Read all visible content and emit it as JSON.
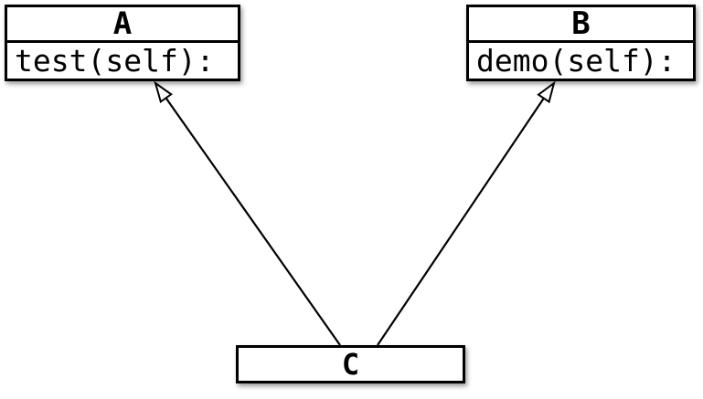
{
  "diagram": {
    "type": "uml-class-diagram",
    "colors": {
      "background": "#ffffff",
      "stroke": "#000000",
      "box_fill": "#ffffff"
    },
    "classes": [
      {
        "name": "A",
        "methods": [
          "test(self):"
        ]
      },
      {
        "name": "B",
        "methods": [
          "demo(self):"
        ]
      },
      {
        "name": "C",
        "methods": []
      }
    ],
    "relationships": [
      {
        "from": "C",
        "to": "A",
        "type": "inheritance",
        "arrowhead": "hollow-triangle"
      },
      {
        "from": "C",
        "to": "B",
        "type": "inheritance",
        "arrowhead": "hollow-triangle"
      }
    ]
  }
}
